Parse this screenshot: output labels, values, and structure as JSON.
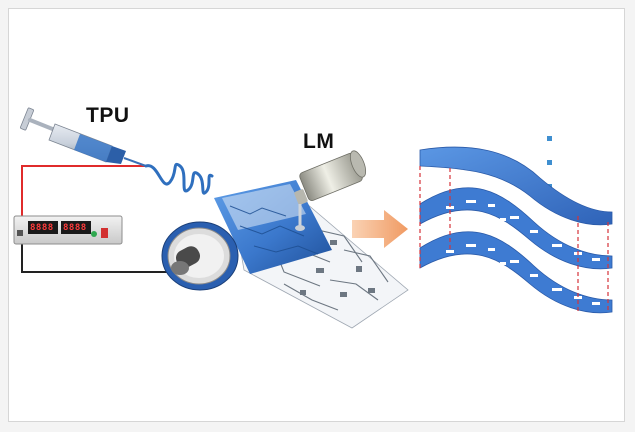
{
  "labels": {
    "tpu": "TPU",
    "lm": "LM"
  },
  "power_supply": {
    "display_left": "8888",
    "display_right": "8888"
  },
  "colors": {
    "film_blue": "#3f7fd6",
    "wire_red": "#e02b2b",
    "wire_black": "#222222",
    "arrow_orange": "#f4b183",
    "guide_red": "#d6333a",
    "dots_blue": "#3f8fd0"
  },
  "icons": {
    "syringe": "syringe-icon",
    "nozzle": "liquid-metal-nozzle-icon",
    "roller": "roller-icon",
    "arrow": "process-arrow-icon"
  }
}
